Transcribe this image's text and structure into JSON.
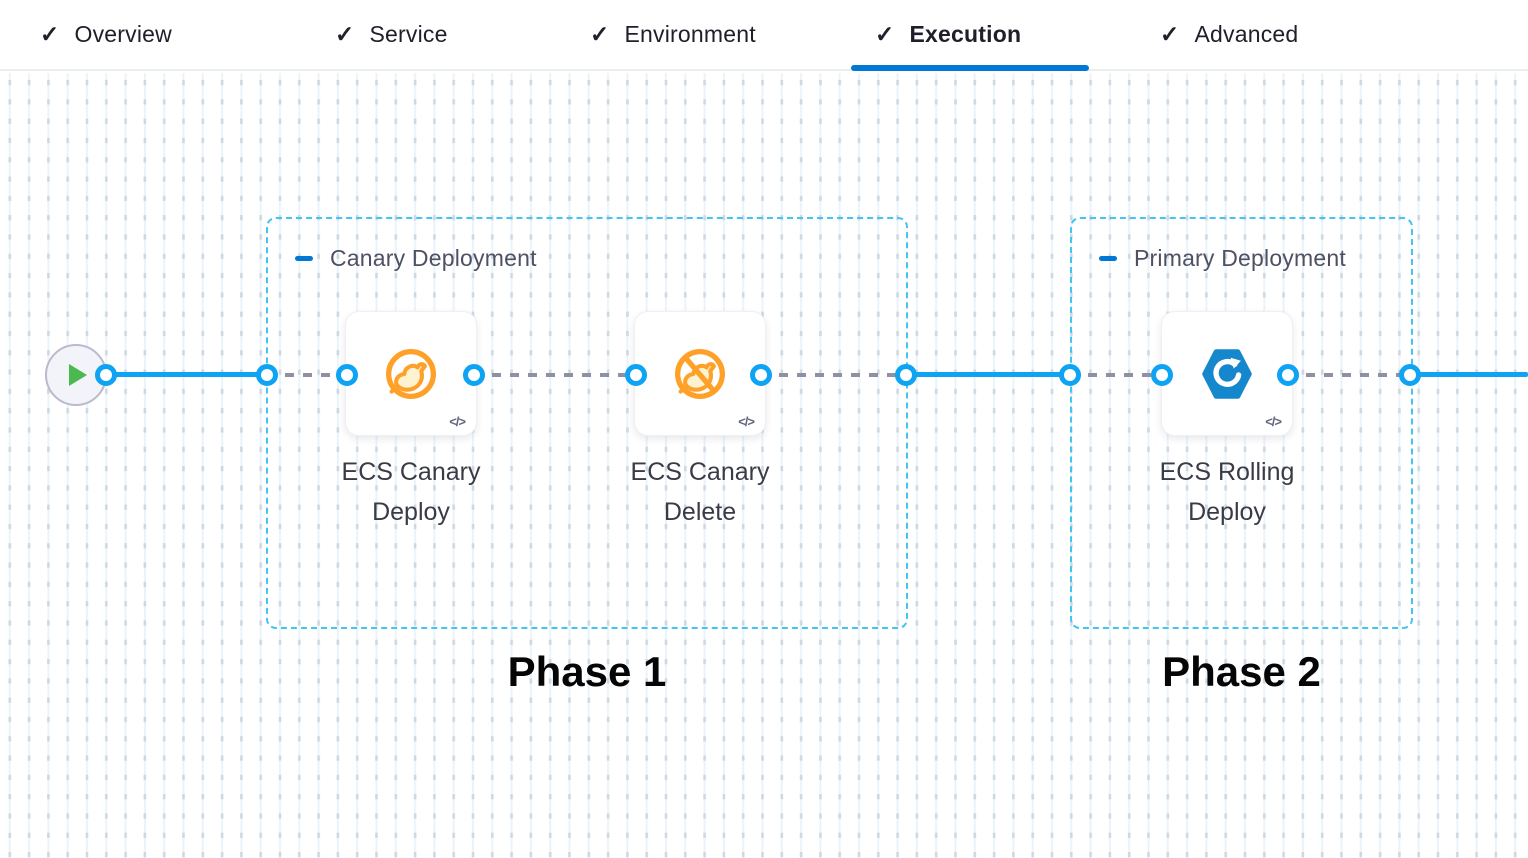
{
  "tabs": {
    "check_glyph": "✓",
    "items": [
      {
        "label": "Overview",
        "state": "completed"
      },
      {
        "label": "Service",
        "state": "completed"
      },
      {
        "label": "Environment",
        "state": "completed"
      },
      {
        "label": "Execution",
        "state": "active"
      },
      {
        "label": "Advanced",
        "state": "completed"
      }
    ]
  },
  "canvas": {
    "stages": [
      {
        "name": "Canary Deployment",
        "phase_label": "Phase 1",
        "steps": [
          {
            "name": "ECS Canary Deploy",
            "icon": "canary-deploy-icon",
            "code_badge": "</>"
          },
          {
            "name": "ECS Canary Delete",
            "icon": "canary-delete-icon",
            "code_badge": "</>"
          }
        ]
      },
      {
        "name": "Primary Deployment",
        "phase_label": "Phase 2",
        "steps": [
          {
            "name": "ECS Rolling Deploy",
            "icon": "ecs-rolling-deploy-icon",
            "code_badge": "</>"
          }
        ]
      }
    ],
    "start_node_icon": "play-icon"
  },
  "colors": {
    "active_tab_underline": "#0278d5",
    "link_blue": "#0ea4f3",
    "stage_border_cyan": "#41c5f2",
    "dashed_link_gray": "#8f90a6",
    "canary_orange": "#ffa128",
    "rolling_hexagon_blue": "#1588cd",
    "play_green": "#4cb950",
    "grid_line_blue": "#e9f3fc",
    "grid_dot_gray": "#cfd7df"
  }
}
